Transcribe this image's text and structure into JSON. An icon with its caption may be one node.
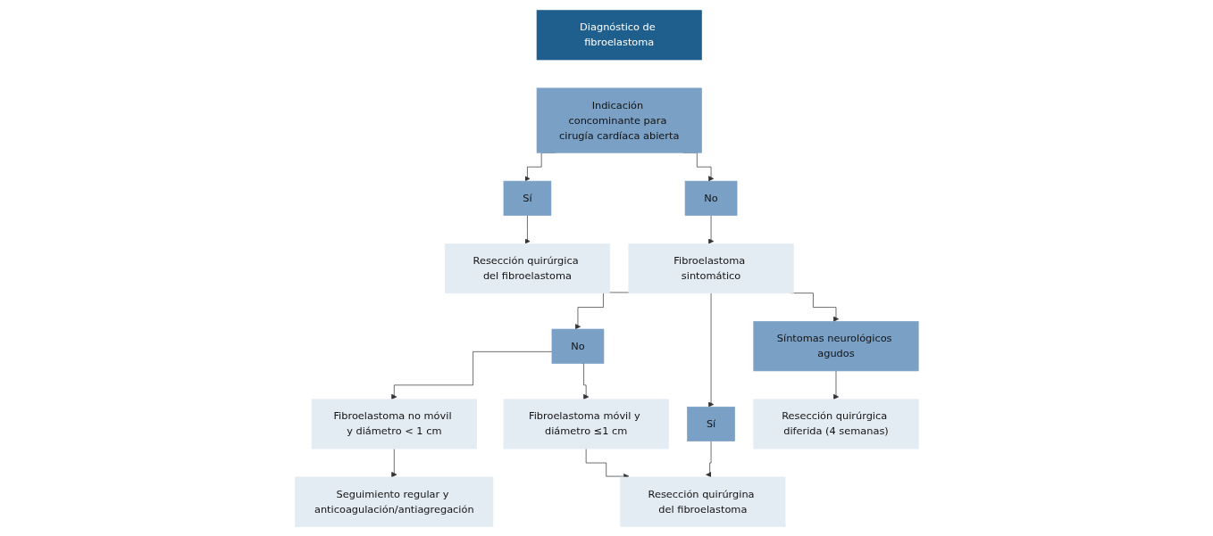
{
  "diagram": {
    "nodes": [
      {
        "text": [
          "Diagnóstico de fibroelastoma"
        ]
      },
      {
        "text": [
          "Indicación concominante para cirugía cardíaca abierta"
        ]
      },
      {
        "text": [
          "Sí"
        ]
      },
      {
        "text": [
          "No"
        ]
      },
      {
        "text": [
          "Resección quirúrgica del fibroelastoma"
        ]
      },
      {
        "text": [
          "Fibroelastoma sintomático"
        ]
      },
      {
        "text": [
          "No"
        ]
      },
      {
        "text": [
          "Sí"
        ]
      },
      {
        "text": [
          "Síntomas neurológicos agudos"
        ]
      },
      {
        "text": [
          "Fibroelastoma no móvil y diámetro < 1 cm"
        ]
      },
      {
        "text": [
          "Fibroelastoma móvil y diámetro ≤1 cm"
        ]
      },
      {
        "text": [
          "Seguimiento regular y anticoagulación/antiagregación"
        ]
      },
      {
        "text": [
          "Resección quirúrgina del fibroelastoma"
        ]
      },
      {
        "text": [
          "Resección quirúrgica diferida (4 semanas)"
        ]
      }
    ],
    "edges": [
      {
        "from": 1,
        "to": 2,
        "arrow": "to"
      },
      {
        "from": 1,
        "to": 3,
        "arrow": "to"
      },
      {
        "from": 2,
        "to": 4,
        "arrow": "to"
      },
      {
        "from": 3,
        "to": 5,
        "arrow": "to"
      },
      {
        "from": 5,
        "to": 6,
        "arrow": "to"
      },
      {
        "from": 5,
        "to": 7,
        "arrow": "to"
      },
      {
        "from": 5,
        "to": 8,
        "arrow": "to"
      },
      {
        "from": 6,
        "to": 9,
        "arrow": "to"
      },
      {
        "from": 6,
        "to": 10,
        "arrow": "to"
      },
      {
        "from": 9,
        "to": 11,
        "arrow": "to"
      },
      {
        "from": 10,
        "to": 12,
        "arrow": "to"
      },
      {
        "from": 7,
        "to": 12,
        "arrow": "to"
      },
      {
        "from": 8,
        "to": 13,
        "arrow": "to"
      }
    ]
  }
}
